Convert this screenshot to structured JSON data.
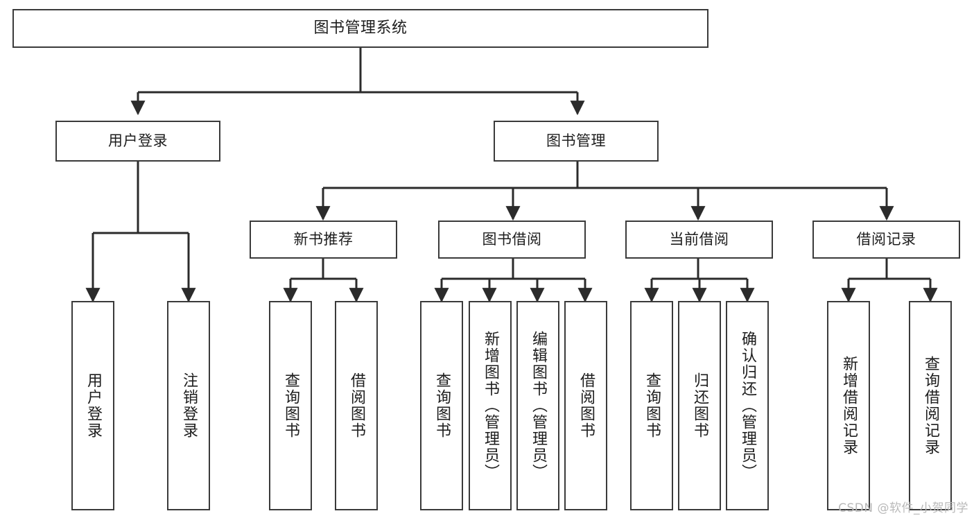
{
  "diagram": {
    "type": "hierarchy-tree",
    "title": "图书管理系统",
    "watermark": "CSDN @软件_小贺同学",
    "colors": {
      "node_border": "#3a3a3a",
      "node_fill": "#ffffff",
      "edge": "#2b2b2b",
      "text": "#1d1d1d",
      "watermark": "#b9b9b9"
    },
    "nodes": {
      "root": {
        "label": "图书管理系统"
      },
      "level2": [
        {
          "label": "用户登录"
        },
        {
          "label": "图书管理"
        }
      ],
      "level3": [
        {
          "label": "新书推荐"
        },
        {
          "label": "图书借阅"
        },
        {
          "label": "当前借阅"
        },
        {
          "label": "借阅记录"
        }
      ],
      "leaves": [
        {
          "label": "用户登录"
        },
        {
          "label": "注销登录"
        },
        {
          "label": "查询图书"
        },
        {
          "label": "借阅图书"
        },
        {
          "label": "查询图书"
        },
        {
          "label": "新增图书（管理员）"
        },
        {
          "label": "编辑图书（管理员）"
        },
        {
          "label": "借阅图书"
        },
        {
          "label": "查询图书"
        },
        {
          "label": "归还图书"
        },
        {
          "label": "确认归还（管理员）"
        },
        {
          "label": "新增借阅记录"
        },
        {
          "label": "查询借阅记录"
        }
      ]
    }
  }
}
